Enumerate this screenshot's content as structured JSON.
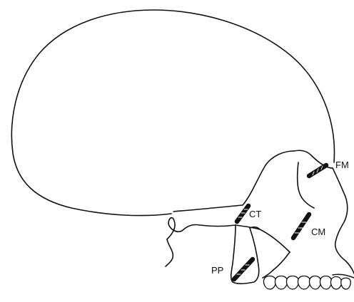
{
  "labels": {
    "fm": "FM",
    "ct": "CT",
    "cm": "CM",
    "pp": "PP"
  },
  "colors": {
    "line": "#111111",
    "background": "#ffffff"
  }
}
